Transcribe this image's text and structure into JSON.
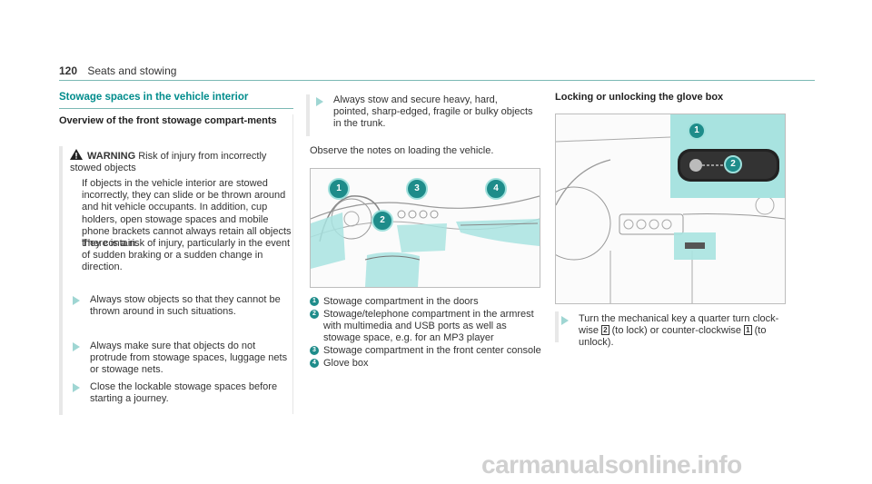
{
  "header": {
    "page_number": "120",
    "section": "Seats and stowing"
  },
  "left": {
    "title": "Stowage spaces in the vehicle interior",
    "subhead": "Overview of the front stowage compart-ments",
    "warning": {
      "label": "WARNING",
      "title_rest": "Risk of injury from incorrectly stowed objects",
      "p1": "If objects in the vehicle interior are stowed incorrectly, they can slide or be thrown around and hit vehicle occupants. In addition, cup holders, open stowage spaces and mobile phone brackets cannot always retain all objects they contain.",
      "p2": "There is a risk of injury, particularly in the event of sudden braking or a sudden change in direction.",
      "bullets": [
        "Always stow objects so that they cannot be thrown around in such situations.",
        "Always make sure that objects do not protrude from stowage spaces, luggage nets or stowage nets.",
        "Close the lockable stowage spaces before starting a journey."
      ]
    }
  },
  "middle": {
    "bullet": "Always stow and secure heavy, hard, pointed, sharp-edged, fragile or bulky objects in the trunk.",
    "note": "Observe the notes on loading the vehicle.",
    "callouts": [
      "1",
      "2",
      "3",
      "4"
    ],
    "legend": [
      {
        "num": "1",
        "text": "Stowage compartment in the doors"
      },
      {
        "num": "2",
        "text": "Stowage/telephone compartment in the armrest with multimedia and USB ports as well as stowage space, e.g. for an MP3 player"
      },
      {
        "num": "3",
        "text": "Stowage compartment in the front center console"
      },
      {
        "num": "4",
        "text": "Glove box"
      }
    ]
  },
  "right": {
    "title": "Locking or unlocking the glove box",
    "callouts": [
      "1",
      "2"
    ],
    "bullet_a": "Turn the mechanical key a quarter turn clock-wise",
    "key2": "2",
    "bullet_b": "(to lock) or counter-clockwise",
    "key1": "1",
    "bullet_c": "(to unlock)."
  },
  "watermark": "carmanualsonline.info",
  "colors": {
    "accent": "#008c8c",
    "callout": "#1e8c8a",
    "highlight": "#a8e3e0"
  }
}
